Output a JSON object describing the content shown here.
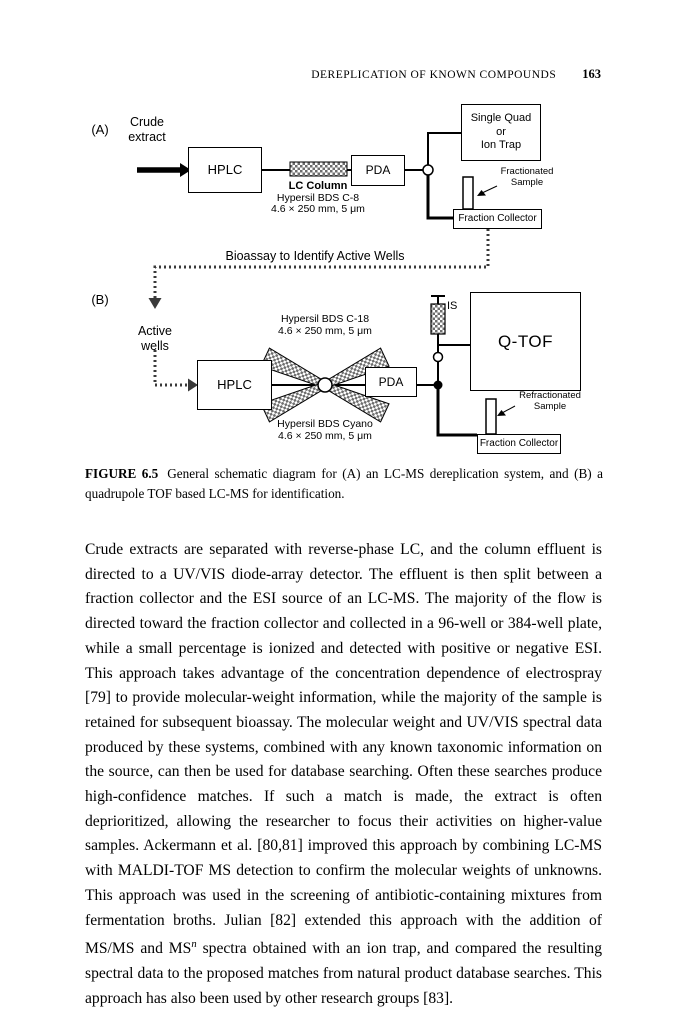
{
  "header": {
    "running_title": "DEREPLICATION OF KNOWN COMPOUNDS",
    "page_number": "163"
  },
  "figure": {
    "panel_a_label": "(A)",
    "crude_line1": "Crude",
    "crude_line2": "extract",
    "hplc_a": "HPLC",
    "lc_column_title": "LC Column",
    "lc_column_name": "Hypersil BDS C-8",
    "lc_column_dims": "4.6 × 250 mm, 5 μm",
    "pda_a": "PDA",
    "ms_line1": "Single Quad",
    "ms_line2": "or",
    "ms_line3": "Ion Trap",
    "fraction_collector_a": "Fraction Collector",
    "fractionated_line1": "Fractionated",
    "fractionated_line2": "Sample",
    "bioassay_label": "Bioassay to Identify Active Wells",
    "panel_b_label": "(B)",
    "active_line1": "Active",
    "active_line2": "wells",
    "hplc_b": "HPLC",
    "col_c18_name": "Hypersil BDS C-18",
    "col_c18_dims": "4.6 × 250 mm, 5 μm",
    "col_cyano_name": "Hypersil BDS Cyano",
    "col_cyano_dims": "4.6 × 250 mm, 5 μm",
    "pda_b": "PDA",
    "is_label": "IS",
    "qtof": "Q-TOF",
    "fraction_collector_b": "Fraction Collector",
    "refractionated_line1": "Refractionated",
    "refractionated_line2": "Sample",
    "caption_label": "FIGURE 6.5",
    "caption_text": "General schematic diagram for (A) an LC-MS dereplication system, and (B) a quadrupole TOF based LC-MS for identification."
  },
  "body": {
    "para_part1": "Crude extracts are separated with reverse-phase LC, and the column effluent is directed to a UV/VIS diode-array detector. The effluent is then split between a fraction collector and the ESI source of an LC-MS. The majority of the flow is directed toward the fraction collector and collected in a 96-well or 384-well plate, while a small percentage is ionized and detected with positive or negative ESI. This approach takes advantage of the concentration dependence of electrospray [79] to provide molecular-weight information, while the majority of the sample is retained for subsequent bioassay. The molecular weight and UV/VIS spectral data produced by these systems, combined with any known taxonomic information on the source, can then be used for database searching. Often these searches produce high-confidence matches. If such a match is made, the extract is often deprioritized, allowing the researcher to focus their activities on higher-value samples. Ackermann et al. [80,81] improved this approach by combining LC-MS with MALDI-TOF MS detection to confirm the molecular weights of unknowns. This approach was used in the screening of antibiotic-containing mixtures from fermentation broths. Julian [82] extended this approach with the addition of MS/MS and MS",
    "para_sup": "n",
    "para_part2": " spectra obtained with an ion trap, and compared the resulting spectral data to the proposed matches from natural product database searches. This approach has also been used by other research groups [83]."
  }
}
